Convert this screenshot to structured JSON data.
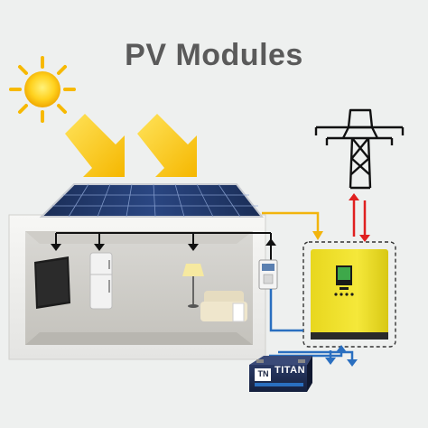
{
  "title": "PV Modules",
  "battery": {
    "logo": "TN",
    "brand": "TITAN"
  },
  "colors": {
    "background": "#eef0ef",
    "solar_flow": "#f2b40c",
    "grid_flow_up": "#e02020",
    "grid_flow_down": "#e02020",
    "dc_flow": "#2a6fc0",
    "house_flow": "#111111",
    "inverter": "#f0e22a"
  },
  "icons": [
    "sun-icon",
    "sunlight-arrow-icon",
    "pv-panel-icon",
    "power-tower-icon",
    "tv-icon",
    "fridge-icon",
    "lamp-icon",
    "sofa-icon",
    "meter-icon",
    "inverter-icon",
    "battery-icon"
  ]
}
